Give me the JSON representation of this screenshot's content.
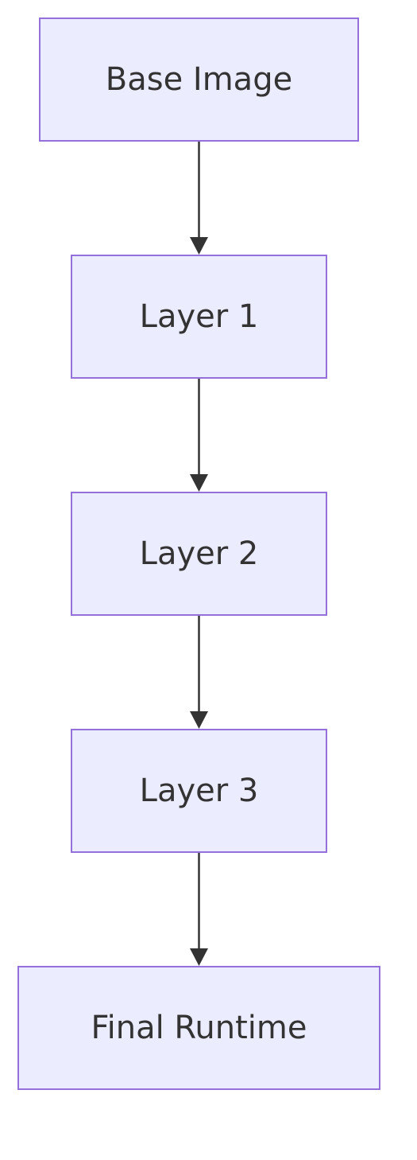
{
  "diagram": {
    "type": "flowchart",
    "direction": "top-down",
    "colors": {
      "node_fill": "#ECECFF",
      "node_border": "#9370DB",
      "text": "#333333",
      "edge": "#333333"
    },
    "nodes": [
      {
        "id": "base",
        "label": "Base Image"
      },
      {
        "id": "layer1",
        "label": "Layer 1"
      },
      {
        "id": "layer2",
        "label": "Layer 2"
      },
      {
        "id": "layer3",
        "label": "Layer 3"
      },
      {
        "id": "final",
        "label": "Final Runtime"
      }
    ],
    "edges": [
      {
        "from": "base",
        "to": "layer1"
      },
      {
        "from": "layer1",
        "to": "layer2"
      },
      {
        "from": "layer2",
        "to": "layer3"
      },
      {
        "from": "layer3",
        "to": "final"
      }
    ]
  }
}
